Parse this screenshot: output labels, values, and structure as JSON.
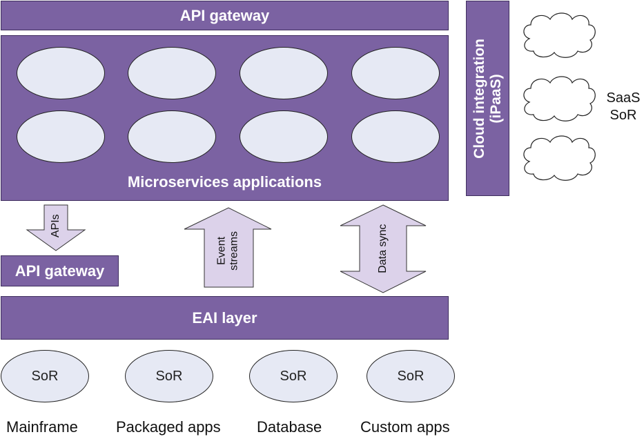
{
  "top_gateway": {
    "label": "API gateway"
  },
  "microservices": {
    "label": "Microservices applications"
  },
  "cloud_integration": {
    "line1": "Cloud integration",
    "line2": "(iPaaS)"
  },
  "cloud_side": {
    "line1": "SaaS",
    "line2": "SoR"
  },
  "arrows": {
    "apis": "APIs",
    "event_streams_line1": "Event",
    "event_streams_line2": "streams",
    "data_sync": "Data sync"
  },
  "lower_gateway": {
    "label": "API gateway"
  },
  "eai": {
    "label": "EAI layer"
  },
  "sor_nodes": [
    "SoR",
    "SoR",
    "SoR",
    "SoR"
  ],
  "bottom_labels": [
    "Mainframe",
    "Packaged apps",
    "Database",
    "Custom apps"
  ],
  "colors": {
    "purple": "#7b62a2",
    "lavender": "#dcd2ea",
    "ellipse_fill": "#e6e9f4"
  }
}
